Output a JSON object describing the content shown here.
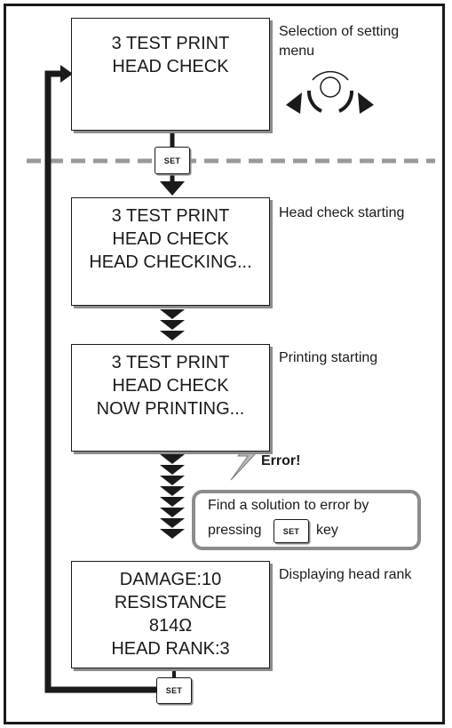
{
  "steps": [
    {
      "lines": [
        "3 TEST PRINT",
        "HEAD CHECK"
      ],
      "note": "Selection of setting",
      "note2": "menu"
    },
    {
      "lines": [
        "3 TEST PRINT",
        "HEAD CHECK",
        "HEAD CHECKING..."
      ],
      "note": "Head check starting"
    },
    {
      "lines": [
        "3 TEST PRINT",
        "HEAD CHECK",
        "NOW PRINTING..."
      ],
      "note": "Printing starting"
    },
    {
      "lines": [
        "DAMAGE:10",
        "RESISTANCE",
        "814Ω",
        "HEAD RANK:3"
      ],
      "note": "Displaying head rank"
    }
  ],
  "set_key_label": "SET",
  "error": {
    "label": "Error!",
    "message_line1": "Find a solution to error by",
    "message_pre": "pressing",
    "message_post": "key",
    "key_label": "SET"
  },
  "colors": {
    "line": "#1a1a1a",
    "dashed": "#999999",
    "shadow": "#8c8c8c",
    "error_box": "#8c8c8c"
  },
  "icons": [
    "dial-knob-icon",
    "lightning-bolt-icon",
    "down-chevron-icon"
  ]
}
